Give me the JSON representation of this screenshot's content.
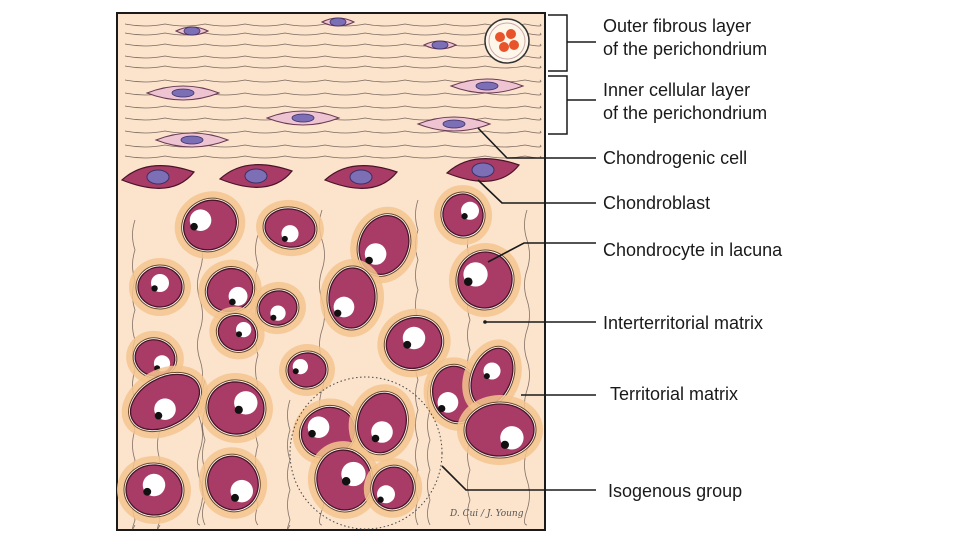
{
  "diagram": {
    "labels": {
      "outer_fibrous_1": "Outer fibrous layer",
      "outer_fibrous_2": "of the perichondrium",
      "inner_cellular_1": "Inner cellular layer",
      "inner_cellular_2": "of the perichondrium",
      "chondrogenic_cell": "Chondrogenic cell",
      "chondroblast": "Chondroblast",
      "chondrocyte": "Chondrocyte in lacuna",
      "interterritorial": "Interterritorial matrix",
      "territorial": "Territorial matrix",
      "isogenous": "Isogenous group"
    },
    "signature": "D. Cui / J. Young",
    "colors": {
      "matrix": "#fbe3cc",
      "territorial": "#f5c48e",
      "cell": "#a83c66",
      "cell_outline": "#4a1428",
      "nucleus": "#7c6fb6",
      "fibroblast": "#eec4d2",
      "fiber": "#5a4a44"
    }
  }
}
